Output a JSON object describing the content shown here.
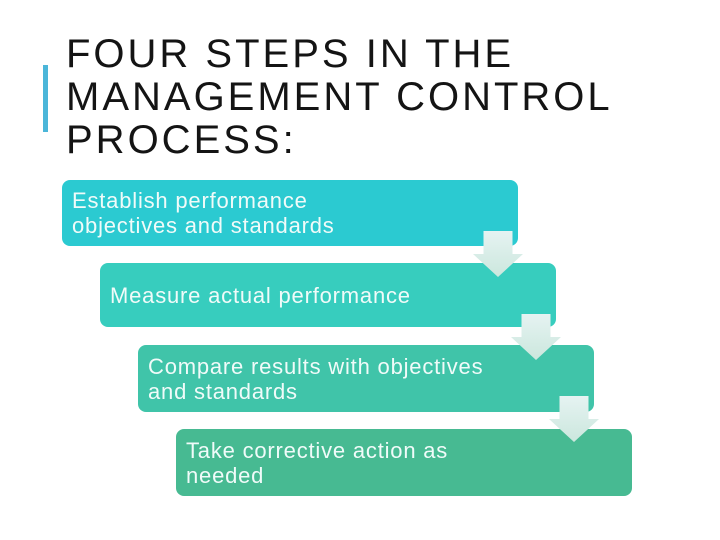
{
  "slide": {
    "background": "#FFFFFF",
    "accent_bar_color": "#4BB6D9",
    "title": {
      "color": "#141414",
      "lines": [
        "FOUR STEPS IN THE",
        "MANAGEMENT CONTROL",
        "PROCESS:"
      ]
    }
  },
  "diagram": {
    "text_color": "#F0FBF9",
    "arrow": {
      "glyph": "down-arrow",
      "color_top": "#E6F3F2",
      "color_bottom": "#CBE7DD"
    },
    "steps": [
      {
        "color": "#2BCAD1",
        "lines": [
          "Establish performance",
          "objectives and standards"
        ]
      },
      {
        "color": "#37CDBE",
        "lines": [
          "Measure actual performance"
        ]
      },
      {
        "color": "#40C4A9",
        "lines": [
          "Compare results with objectives",
          "and standards"
        ]
      },
      {
        "color": "#47BA92",
        "lines": [
          "Take corrective action as",
          "needed"
        ]
      }
    ]
  }
}
